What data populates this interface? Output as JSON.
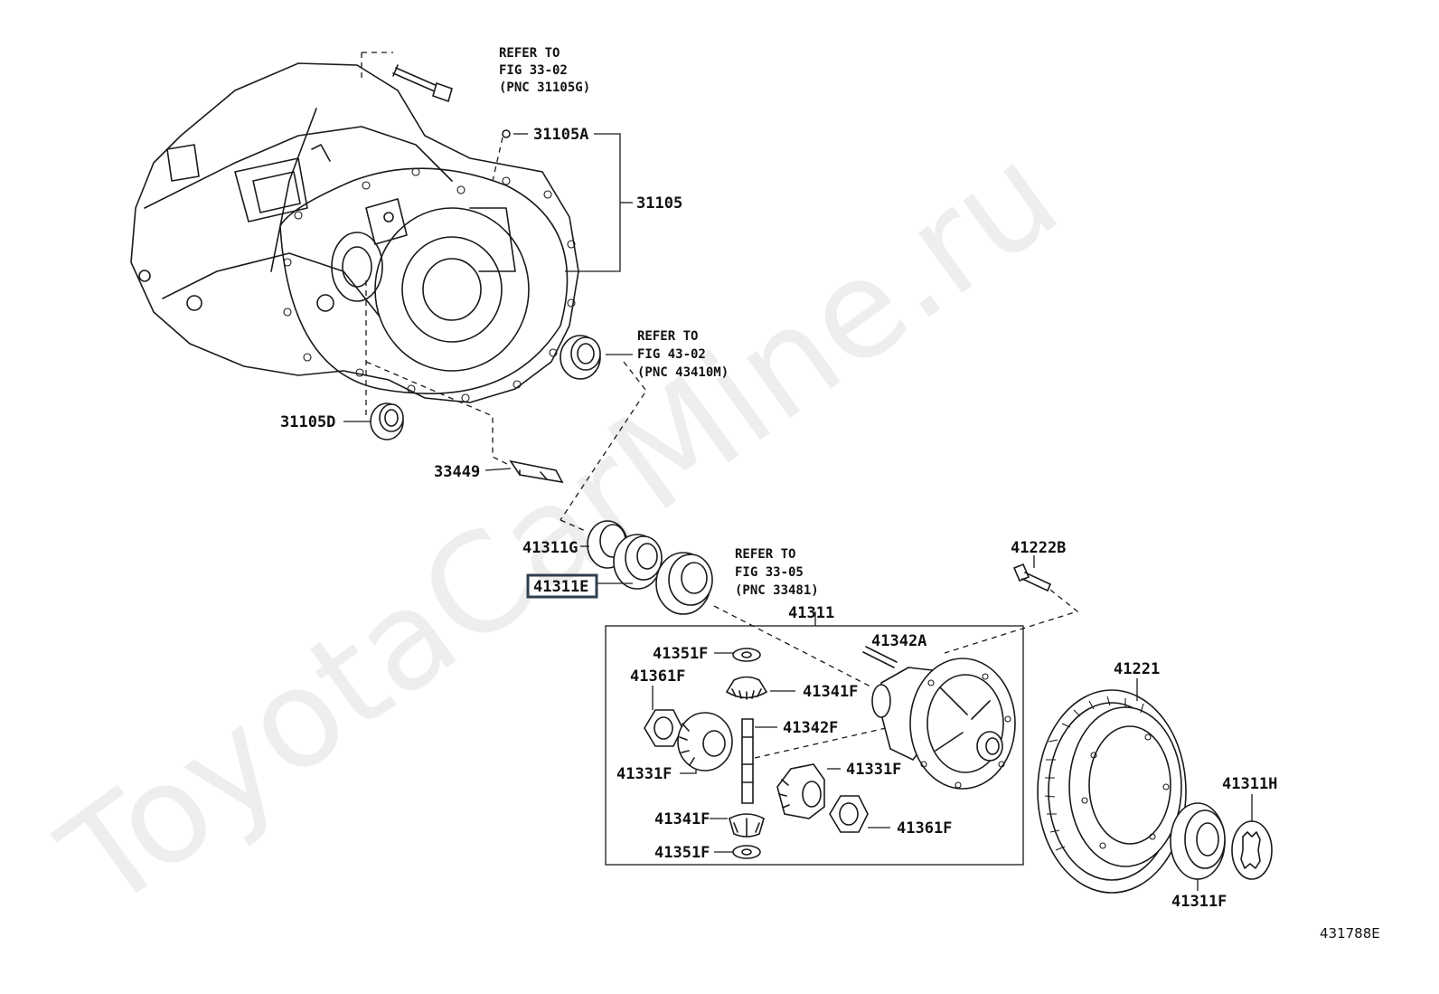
{
  "watermark": "ToyotaCarMine.ru",
  "figure_code": "431788E",
  "highlighted_part": "41311E",
  "references": [
    {
      "line1": "REFER TO",
      "line2": "FIG 33-02",
      "line3": "(PNC 31105G)"
    },
    {
      "line1": "REFER TO",
      "line2": "FIG 43-02",
      "line3": "(PNC 43410M)"
    },
    {
      "line1": "REFER TO",
      "line2": "FIG 33-05",
      "line3": "(PNC 33481)"
    }
  ],
  "parts": {
    "p31105A": "31105A",
    "p31105": "31105",
    "p31105D": "31105D",
    "p33449": "33449",
    "p41311G": "41311G",
    "p41311E": "41311E",
    "p41311": "41311",
    "p41222B": "41222B",
    "p41342A": "41342A",
    "p41351F_top": "41351F",
    "p41361F_left": "41361F",
    "p41341F_top": "41341F",
    "p41342F": "41342F",
    "p41331F_left": "41331F",
    "p41331F_right": "41331F",
    "p41341F_bottom": "41341F",
    "p41361F_right": "41361F",
    "p41351F_bottom": "41351F",
    "p41221": "41221",
    "p41311H": "41311H",
    "p41311F": "41311F"
  }
}
